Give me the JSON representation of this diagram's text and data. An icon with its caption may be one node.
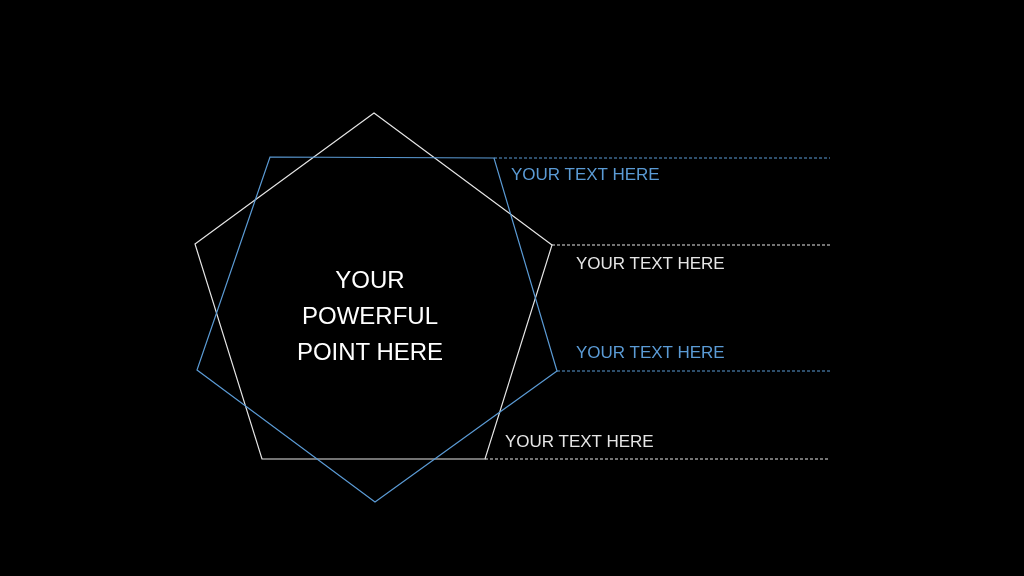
{
  "diagram": {
    "nodes": [
      {
        "text": [
          "YOUR POWERFUL POINT HERE"
        ]
      },
      {
        "text": [],
        "shape": "pentagon"
      }
    ],
    "edges": [
      {
        "from": 1,
        "to": null,
        "arrow": "none",
        "style": "dashed",
        "color": "#5b9bd5",
        "label": "YOUR TEXT HERE"
      },
      {
        "from": 0,
        "to": null,
        "arrow": "none",
        "style": "dashed",
        "color": "#e6e6e6",
        "label": "YOUR TEXT HERE"
      },
      {
        "from": 1,
        "to": null,
        "arrow": "none",
        "style": "dashed",
        "color": "#5b9bd5",
        "label": "YOUR TEXT HERE"
      },
      {
        "from": 0,
        "to": null,
        "arrow": "none",
        "style": "dashed",
        "color": "#e6e6e6",
        "label": "YOUR TEXT HERE"
      }
    ]
  }
}
